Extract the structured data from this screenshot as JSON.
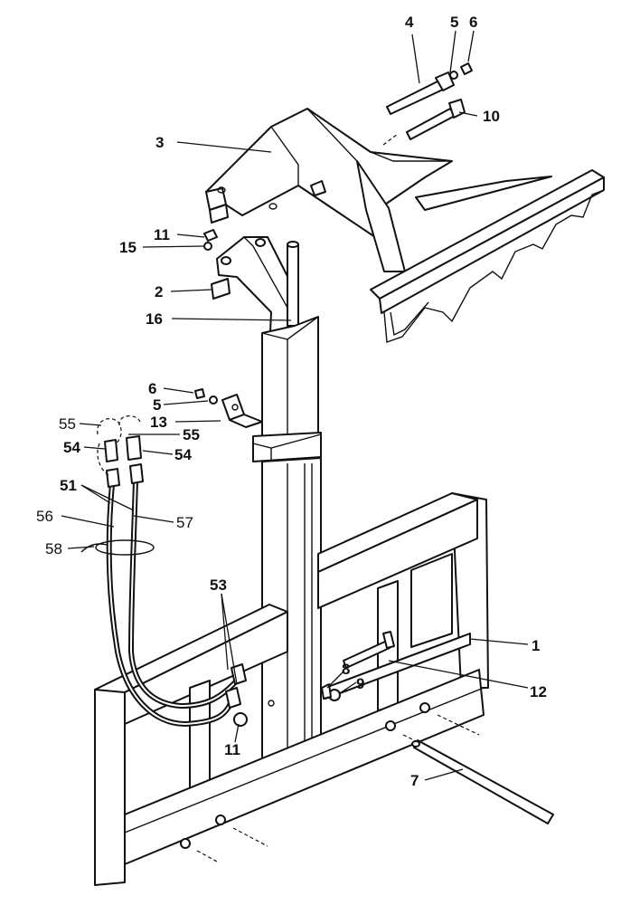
{
  "callouts": {
    "c1": "1",
    "c2": "2",
    "c3": "3",
    "c4": "4",
    "c5a": "5",
    "c5b": "5",
    "c6a": "6",
    "c6b": "6",
    "c7": "7",
    "c8": "8",
    "c9": "9",
    "c10": "10",
    "c11a": "11",
    "c11b": "11",
    "c12": "12",
    "c13": "13",
    "c15": "15",
    "c16": "16",
    "c51": "51",
    "c53": "53",
    "c54a": "54",
    "c54b": "54",
    "c55a": "55",
    "c55b": "55",
    "c56": "56",
    "c57": "57",
    "c58": "58"
  }
}
